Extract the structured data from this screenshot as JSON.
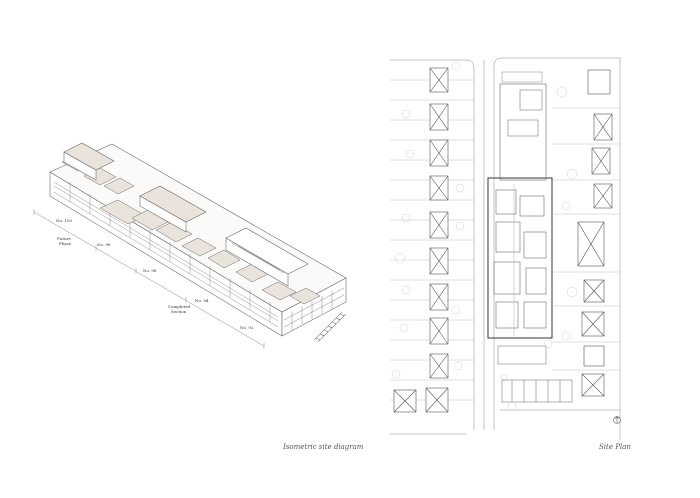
{
  "captions": {
    "iso": "Isometric site diagram",
    "site": "Site Plan"
  },
  "iso_labels": {
    "no100": "No. 100",
    "no98": "No. 98",
    "no96": "No. 96",
    "no94": "No. 94",
    "no92": "No. 92",
    "future1": "Future",
    "future2": "Phase",
    "completed1": "Completed",
    "completed2": "Section"
  },
  "colors": {
    "line": "#6b6b6b",
    "roof_tint": "#e9e3dc",
    "background": "#ffffff"
  },
  "icons": {
    "north_arrow": "north-arrow-icon"
  }
}
